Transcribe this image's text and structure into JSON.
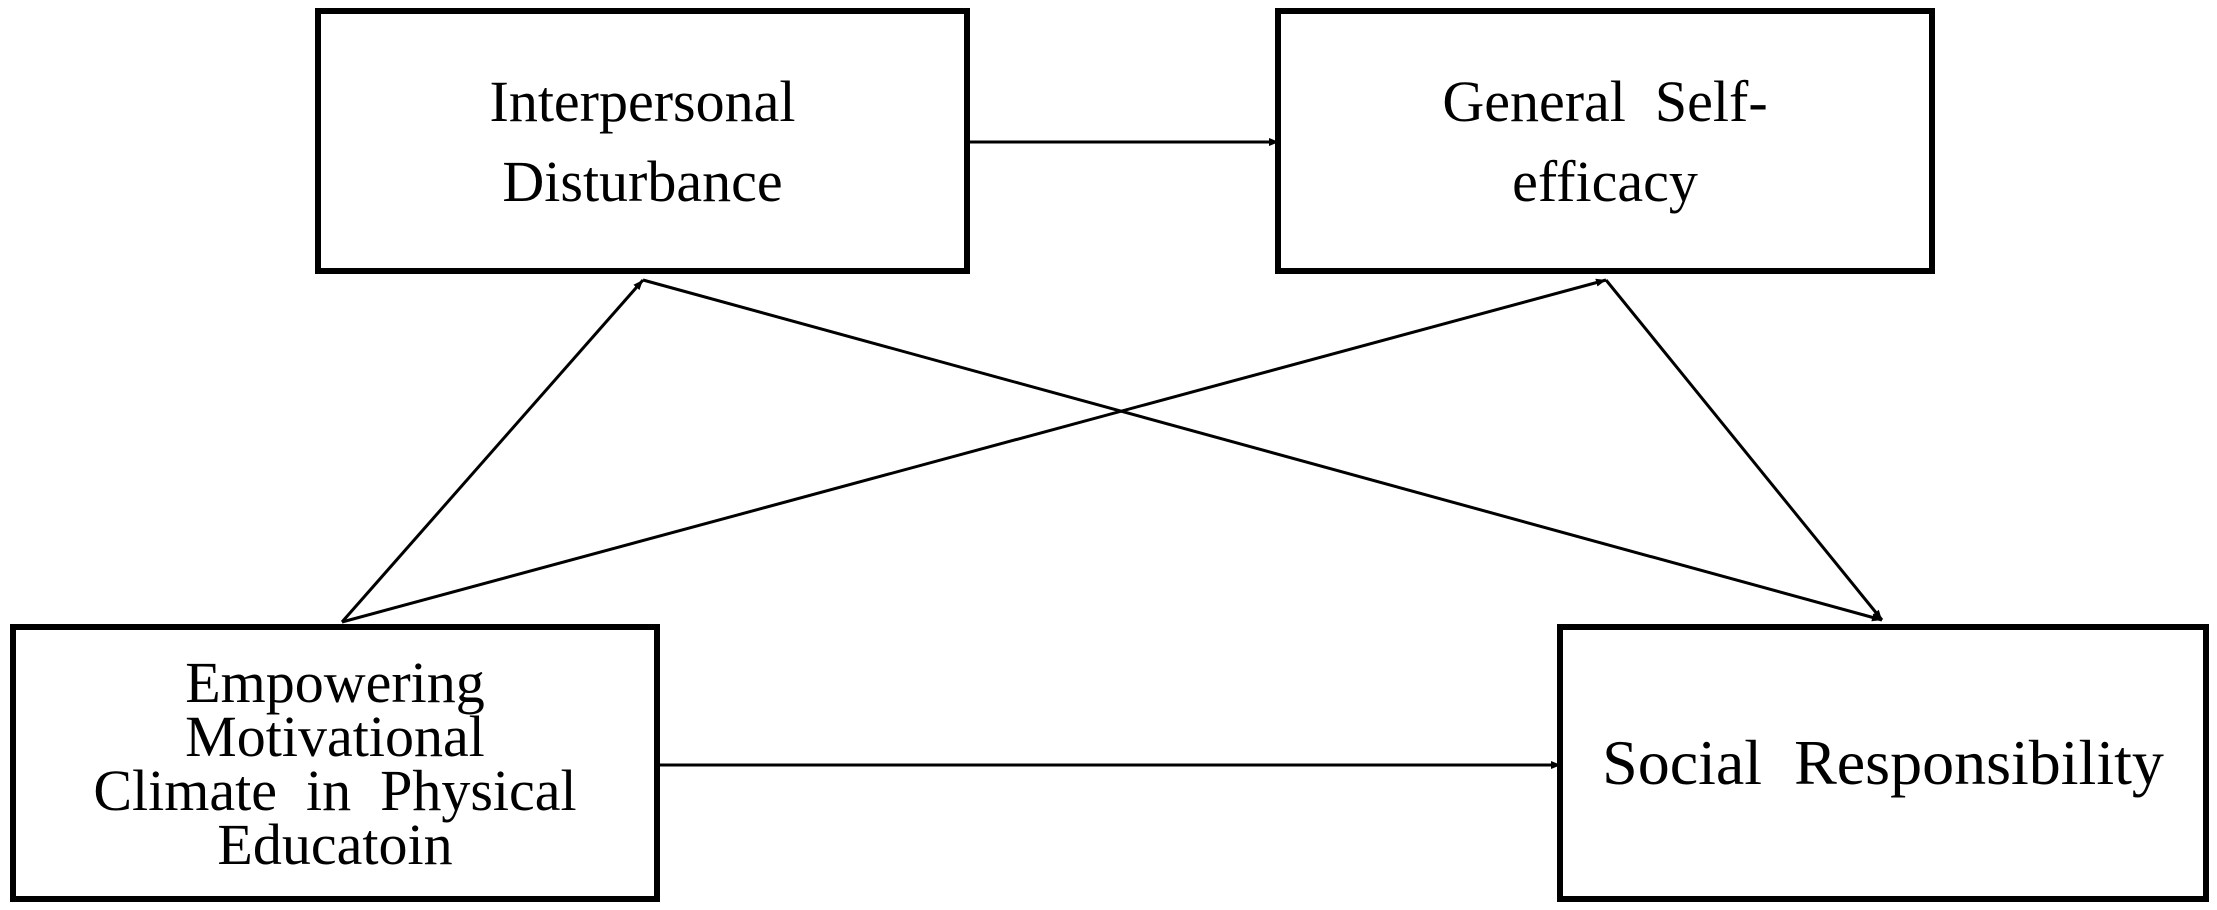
{
  "diagram": {
    "nodes": {
      "interpersonal_disturbance": {
        "lines": [
          "Interpersonal",
          "Disturbance"
        ]
      },
      "general_self_efficacy": {
        "lines": [
          "General  Self-",
          "efficacy"
        ]
      },
      "empowering_motivational_climate": {
        "lines": [
          "Empowering",
          "Motivational",
          "Climate  in  Physical",
          "Educatoin"
        ]
      },
      "social_responsibility": {
        "lines": [
          "Social  Responsibility"
        ]
      }
    },
    "edges": [
      {
        "from": "interpersonal_disturbance",
        "to": "general_self_efficacy"
      },
      {
        "from": "empowering_motivational_climate",
        "to": "interpersonal_disturbance"
      },
      {
        "from": "empowering_motivational_climate",
        "to": "general_self_efficacy"
      },
      {
        "from": "interpersonal_disturbance",
        "to": "social_responsibility"
      },
      {
        "from": "general_self_efficacy",
        "to": "social_responsibility"
      },
      {
        "from": "empowering_motivational_climate",
        "to": "social_responsibility"
      }
    ],
    "colors": {
      "stroke": "#000000",
      "background": "#ffffff"
    }
  }
}
